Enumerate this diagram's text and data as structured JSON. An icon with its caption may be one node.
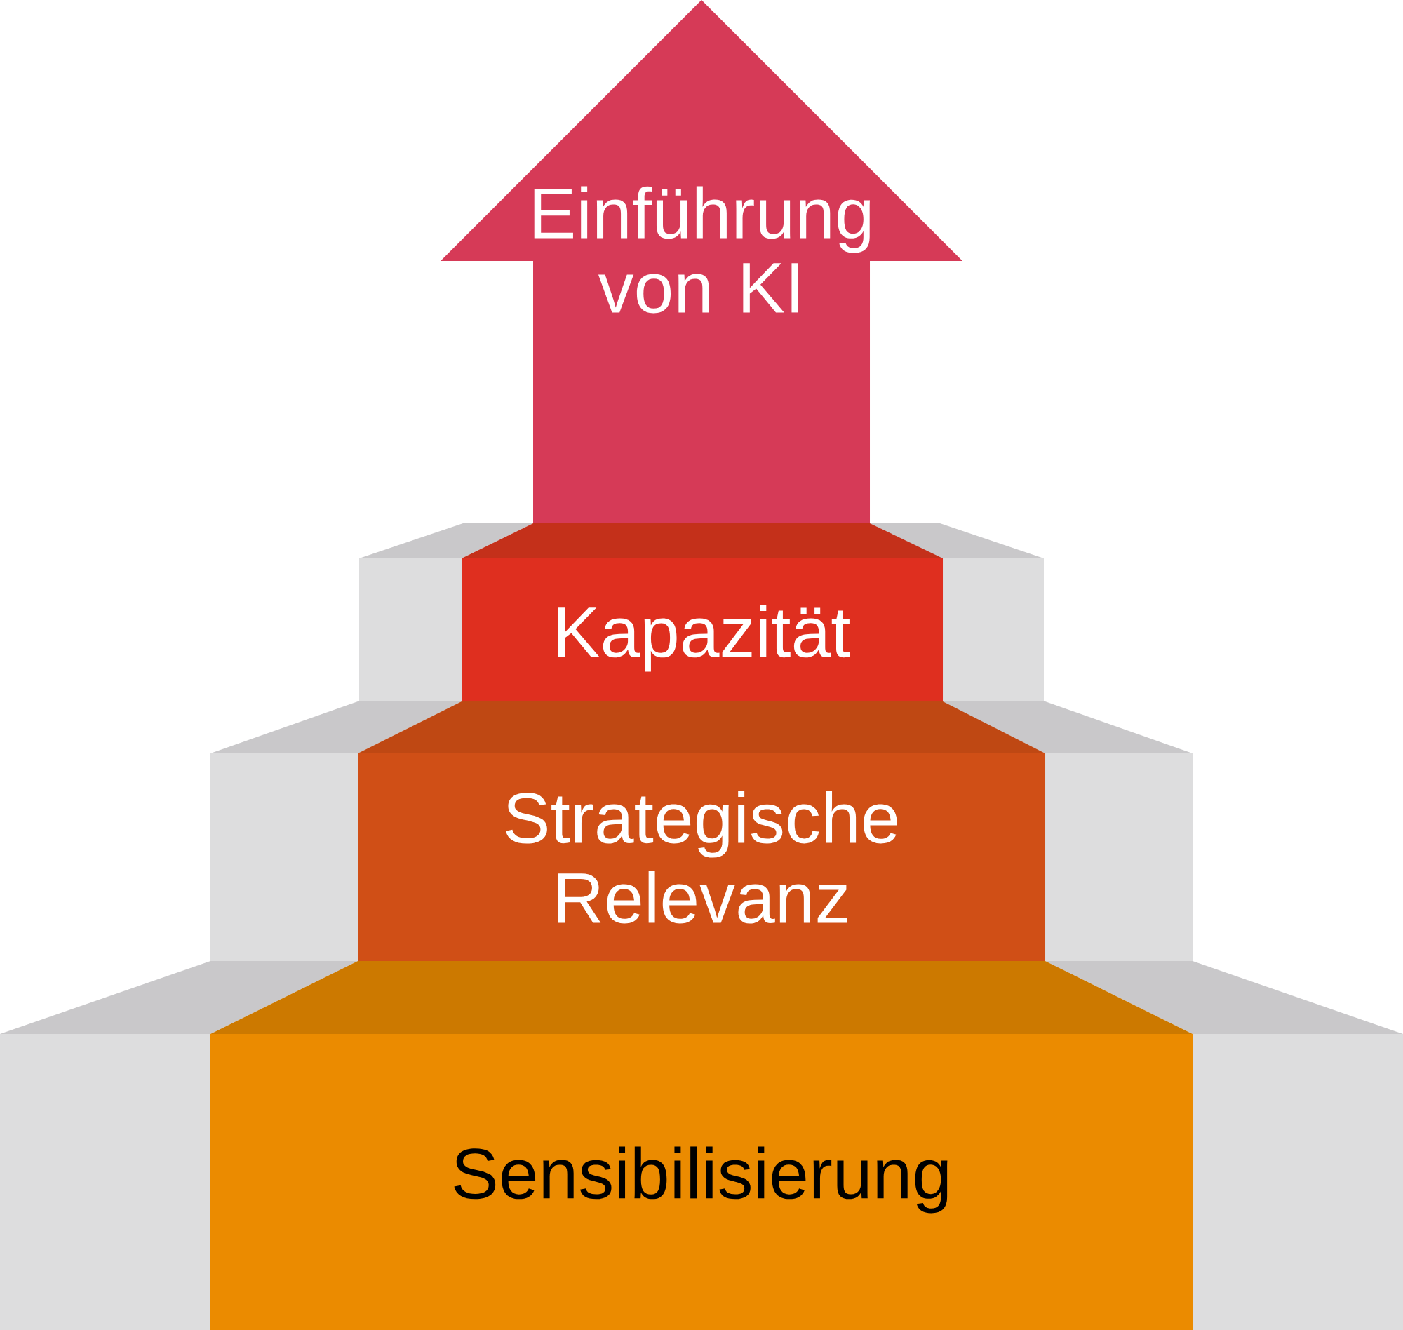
{
  "diagram": {
    "nodes": [
      {
        "text": [
          "Einführung von KI"
        ]
      },
      {
        "text": [
          "Kapazität"
        ]
      },
      {
        "text": [
          "Strategische Relevanz"
        ]
      },
      {
        "text": [
          "Sensibilisierung"
        ]
      }
    ]
  }
}
